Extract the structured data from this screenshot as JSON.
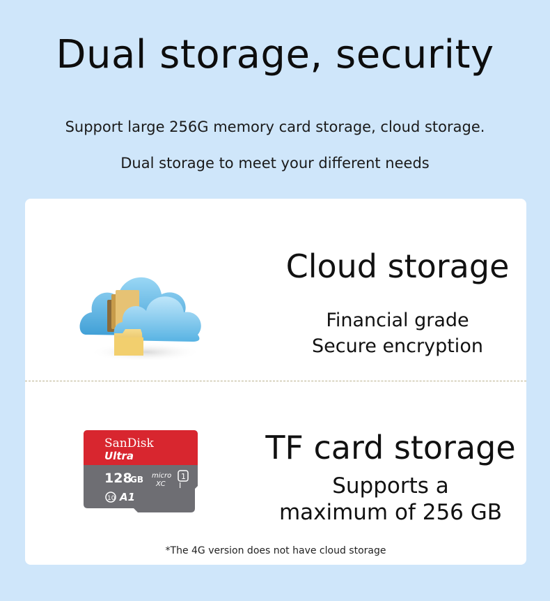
{
  "header": {
    "title": "Dual storage, security",
    "subtitle_line1": "Support large 256G memory card storage, cloud storage.",
    "subtitle_line2": "Dual storage to meet your different needs"
  },
  "cloud_section": {
    "icon": "cloud-folders-icon",
    "title": "Cloud storage",
    "desc_line1": "Financial grade",
    "desc_line2": "Secure encryption"
  },
  "tf_section": {
    "icon": "microsd-card-icon",
    "card_brand": "SanDisk",
    "card_model": "Ultra",
    "card_capacity": "128",
    "card_capacity_unit": "GB",
    "card_logo_text": "micro",
    "card_class": "A1",
    "title": "TF card storage",
    "desc_line1": "Supports a",
    "desc_line2": "maximum of 256 GB"
  },
  "footnote": "*The 4G version does not have cloud storage",
  "colors": {
    "background": "#cfe6fa",
    "card": "#ffffff",
    "cloud_blue": "#5fb8e6",
    "sd_red": "#d8262f",
    "sd_gray": "#6e6e73"
  }
}
